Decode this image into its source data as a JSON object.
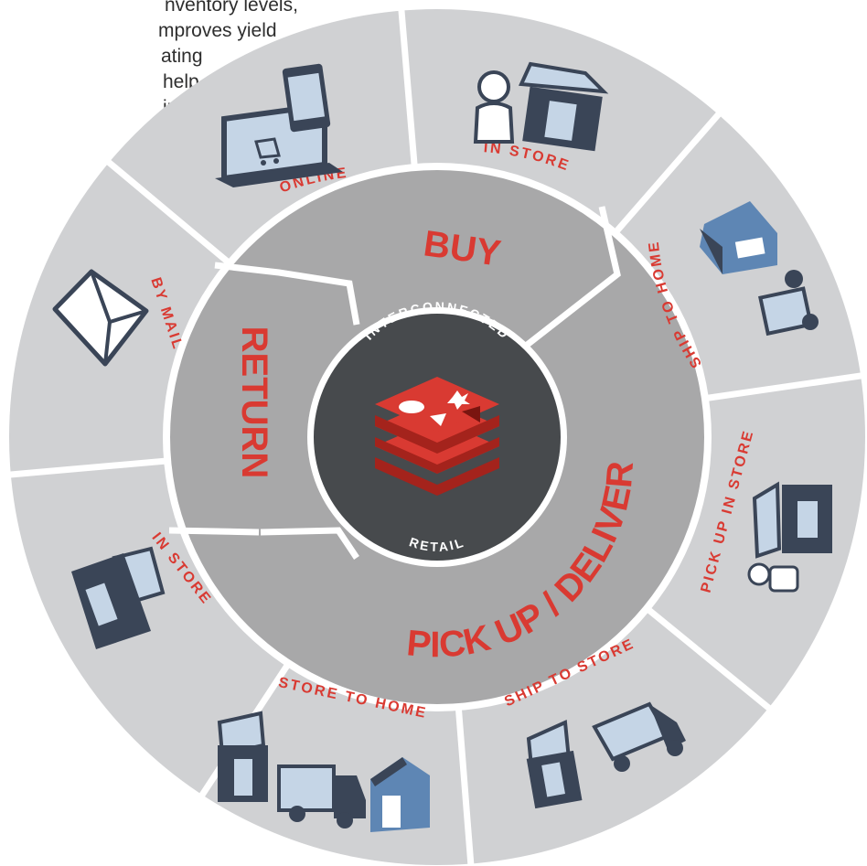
{
  "intro_lines": [
    "nventory levels,",
    "mproves yield",
    "ating",
    "help",
    "ins."
  ],
  "center": {
    "top_text": "INTERCONNECTED",
    "bottom_text": "RETAIL"
  },
  "phases": {
    "buy": "BUY",
    "return": "RETURN",
    "pickup": "PICK UP / DELIVER"
  },
  "segments": {
    "online": "ONLINE",
    "in_store_buy": "IN STORE",
    "ship_to_home": "SHIP TO HOME",
    "pick_up_in_store": "PICK UP IN STORE",
    "ship_to_store": "SHIP TO STORE",
    "store_to_home": "STORE TO HOME",
    "in_store_return": "IN STORE",
    "by_mail": "BY MAIL"
  },
  "colors": {
    "accent": "#d93a32",
    "outer_ring": "#d0d1d3",
    "middle_ring": "#a8a8a9",
    "center": "#474a4d",
    "icon_navy": "#3a4557",
    "icon_light": "#c5d5e6",
    "icon_blue": "#5e86b4"
  }
}
